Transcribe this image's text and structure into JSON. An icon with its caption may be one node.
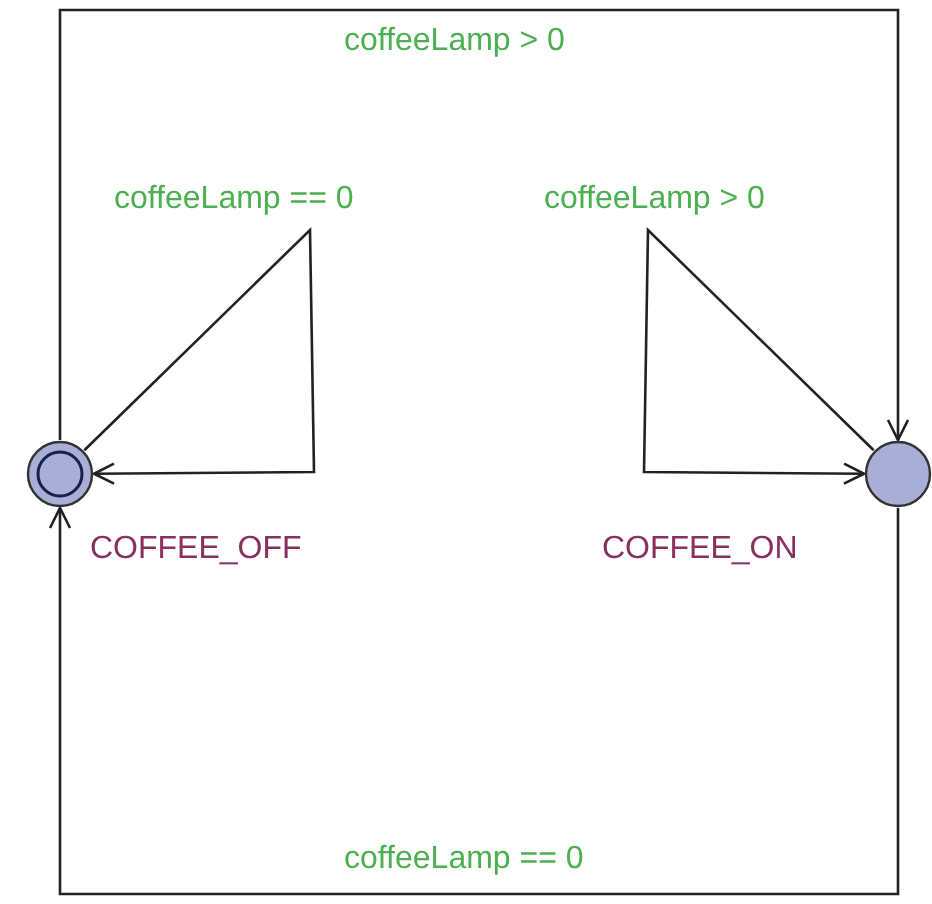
{
  "diagram": {
    "nodes": [
      {
        "text": [
          "COFFEE_OFF"
        ]
      },
      {
        "text": [
          "COFFEE_ON"
        ]
      }
    ],
    "edges": [
      {
        "from": 0,
        "to": 1,
        "arrow": "to",
        "label": "coffeeLamp > 0"
      },
      {
        "from": 0,
        "to": 0,
        "arrow": "to",
        "label": "coffeeLamp == 0"
      },
      {
        "from": 1,
        "to": 1,
        "arrow": "to",
        "label": "coffeeLamp > 0"
      },
      {
        "from": 1,
        "to": 0,
        "arrow": "to",
        "label": "coffeeLamp == 0"
      }
    ]
  }
}
